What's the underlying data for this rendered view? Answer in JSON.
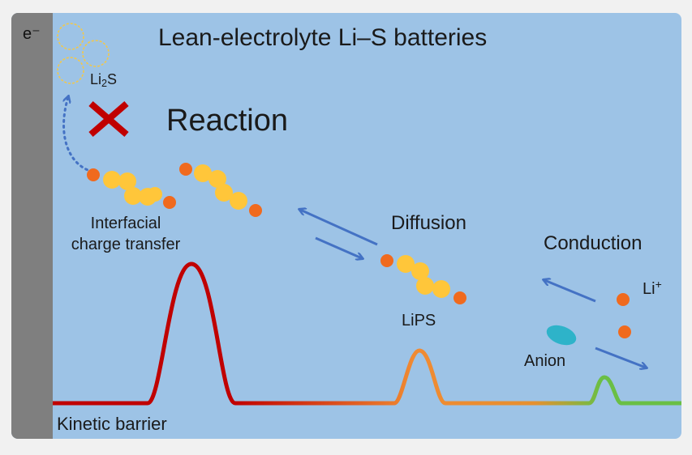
{
  "title": "Lean-electrolyte Li–S batteries",
  "electron_label": "e⁻",
  "li2s_label": {
    "prefix": "Li",
    "subscript": "2",
    "suffix": "S"
  },
  "reaction_label": "Reaction",
  "reaction_blocked_icon": "red-cross-icon",
  "interfacial_label_line1": "Interfacial",
  "interfacial_label_line2": "charge transfer",
  "diffusion_label": "Diffusion",
  "lips_label": "LiPS",
  "conduction_label": "Conduction",
  "li_ion_label": {
    "base": "Li",
    "superscript": "+"
  },
  "anion_label": "Anion",
  "kinetic_barrier_label": "Kinetic barrier",
  "colors": {
    "background": "#9dc3e6",
    "electrode": "#7f7f7f",
    "cross": "#c00000",
    "sulfur": "#ffc63a",
    "lithium": "#f06a1e",
    "arrow": "#4472c4",
    "anion": "#2eb3c9",
    "barrier_high": "#c00000",
    "barrier_mid": "#f08a32",
    "barrier_low": "#6abf45"
  }
}
